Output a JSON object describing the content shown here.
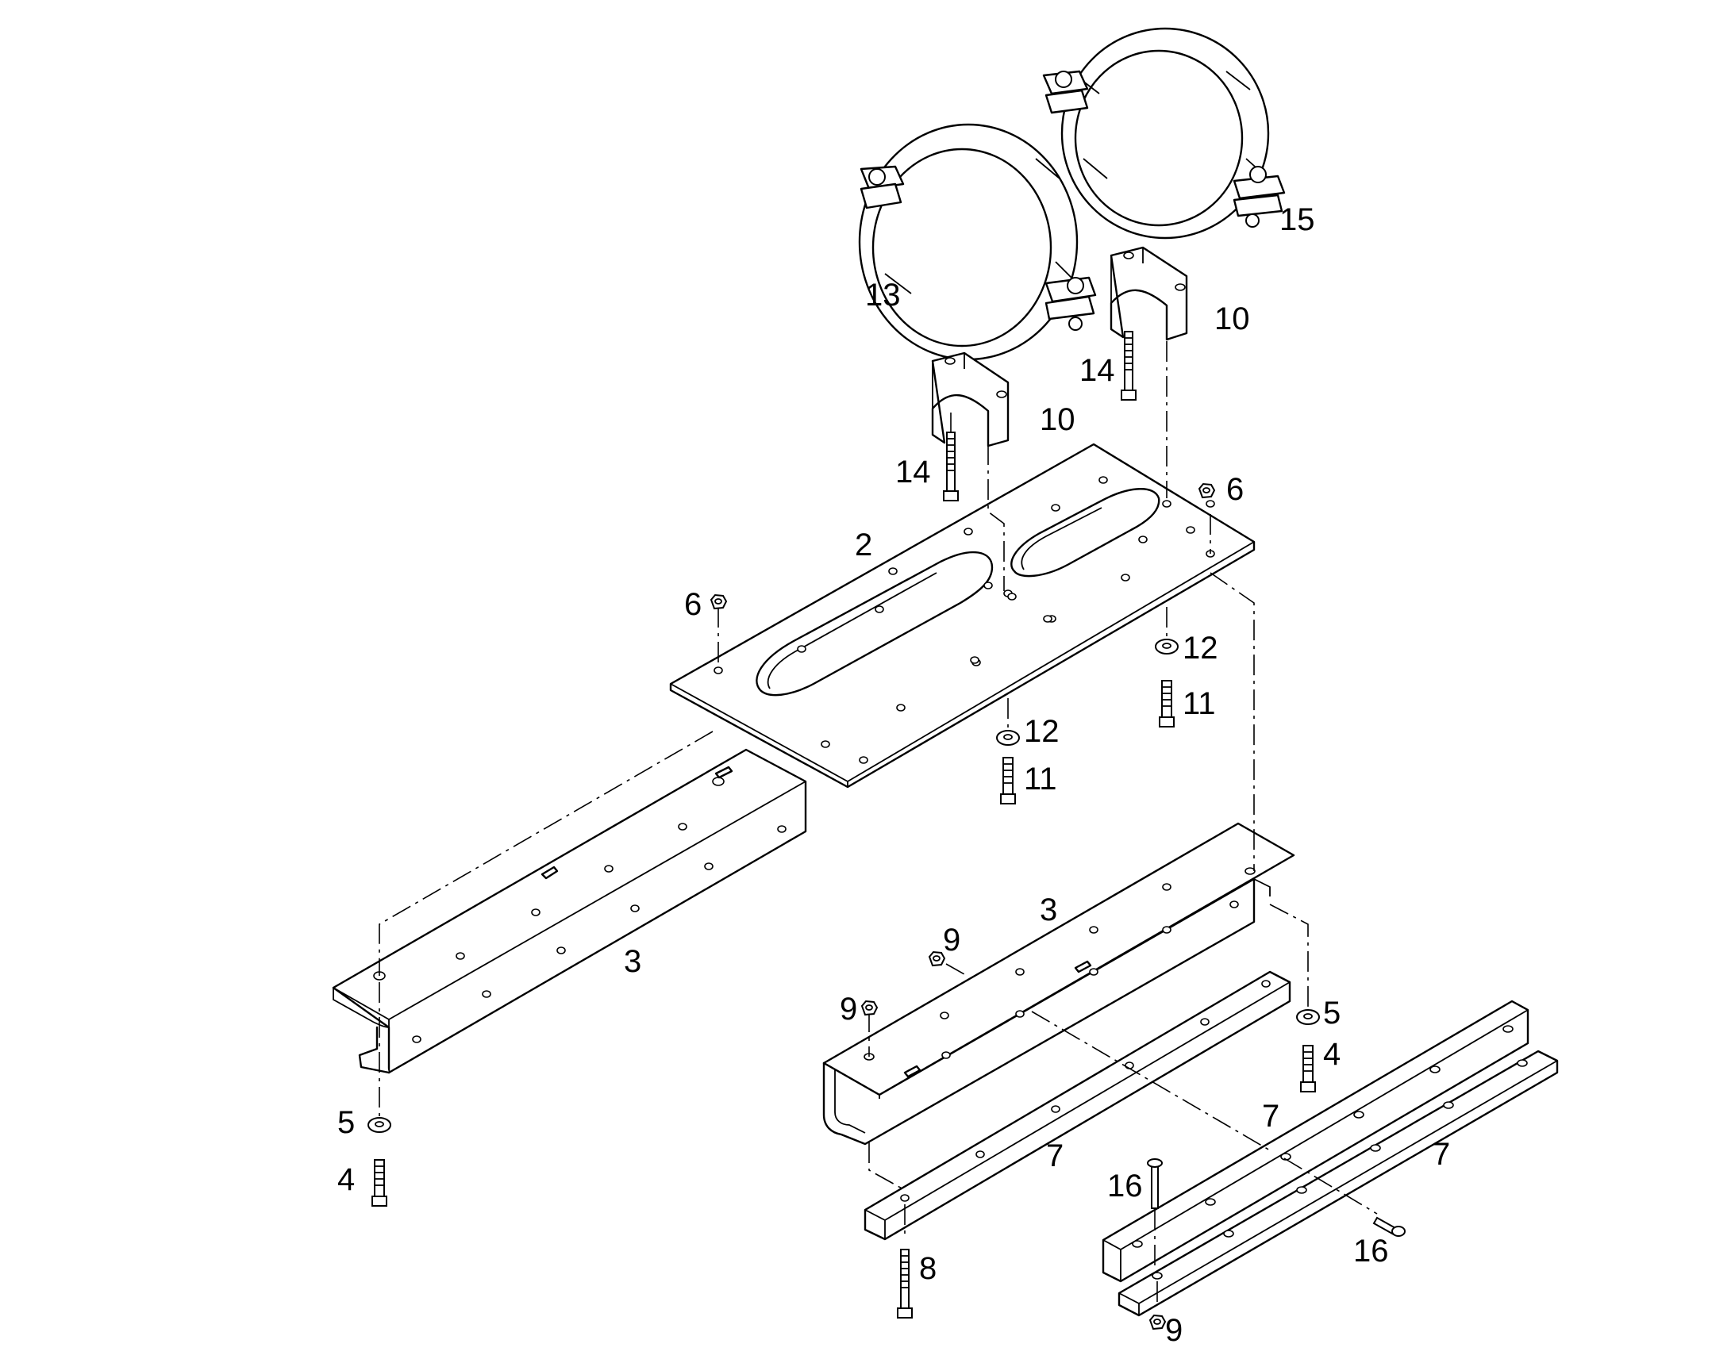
{
  "figure": {
    "background": "#ffffff",
    "line_color": "#000000"
  },
  "callouts": {
    "c2": "2",
    "c3_left": "3",
    "c3_right": "3",
    "c4_left": "4",
    "c4_right": "4",
    "c5_left": "5",
    "c5_right": "5",
    "c6_left": "6",
    "c6_right": "6",
    "c7_a": "7",
    "c7_b": "7",
    "c7_c": "7",
    "c8": "8",
    "c9_a": "9",
    "c9_b": "9",
    "c9_c": "9",
    "c10_left": "10",
    "c10_right": "10",
    "c11_left": "11",
    "c11_right": "11",
    "c12_left": "12",
    "c12_right": "12",
    "c13": "13",
    "c14_left": "14",
    "c14_right": "14",
    "c15": "15",
    "c16_a": "16",
    "c16_b": "16"
  }
}
